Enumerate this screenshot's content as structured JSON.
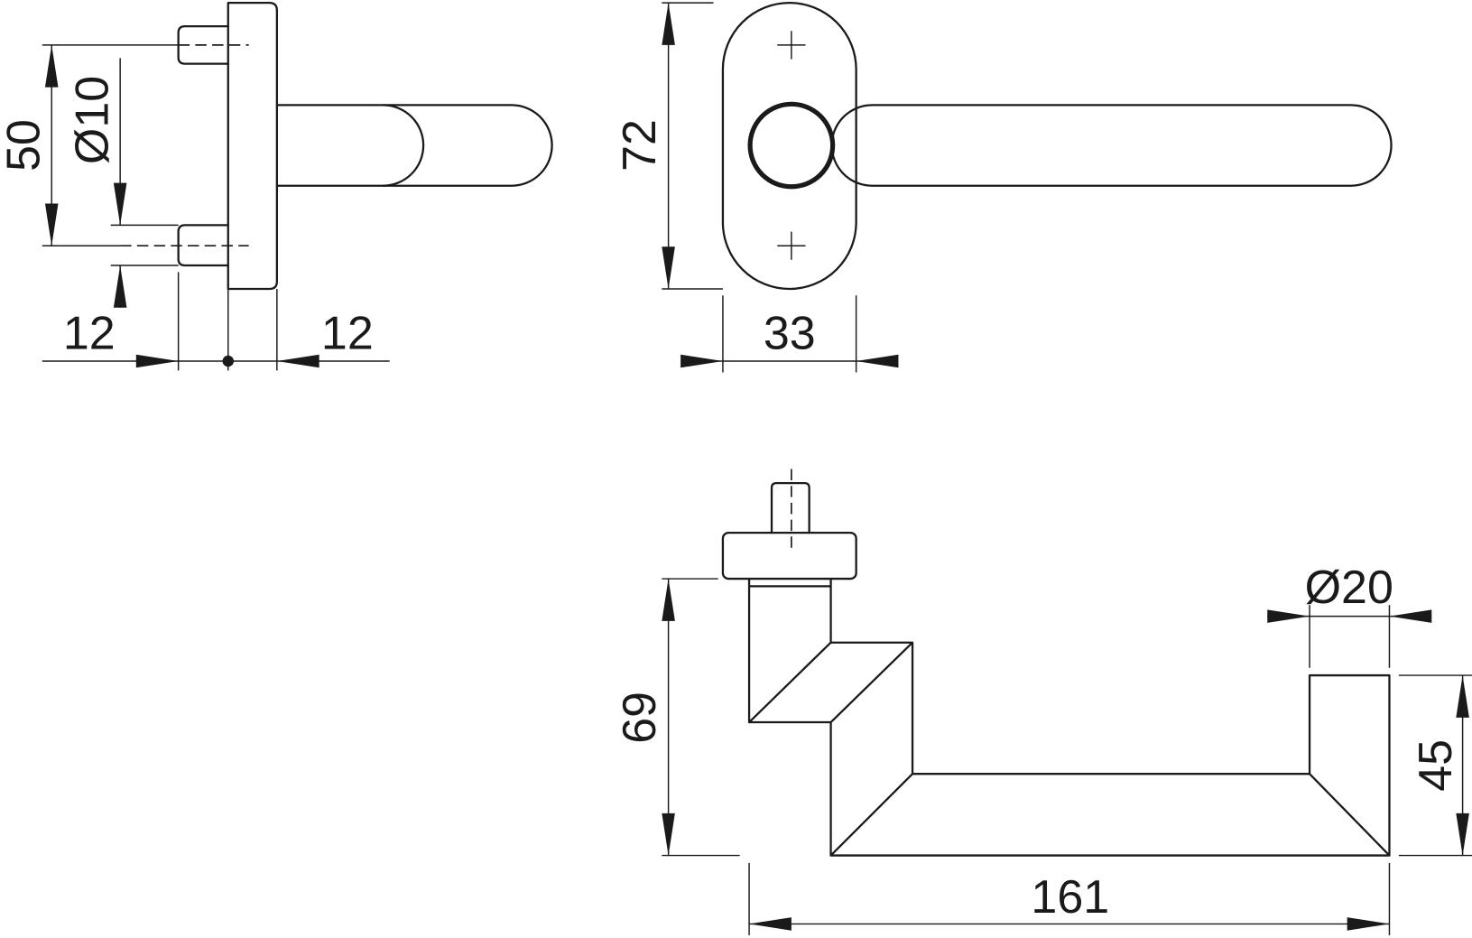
{
  "dimensions": {
    "side_view": {
      "plate_spacing": "50",
      "screw_diameter": "Ø10",
      "offset_left": "12",
      "offset_right": "12"
    },
    "front_view": {
      "rose_height": "72",
      "rose_width": "33"
    },
    "top_view": {
      "height": "69",
      "grip_diameter": "Ø20",
      "return": "45",
      "length": "161"
    }
  },
  "colors": {
    "line": "#1a1a1a",
    "background": "#ffffff"
  }
}
